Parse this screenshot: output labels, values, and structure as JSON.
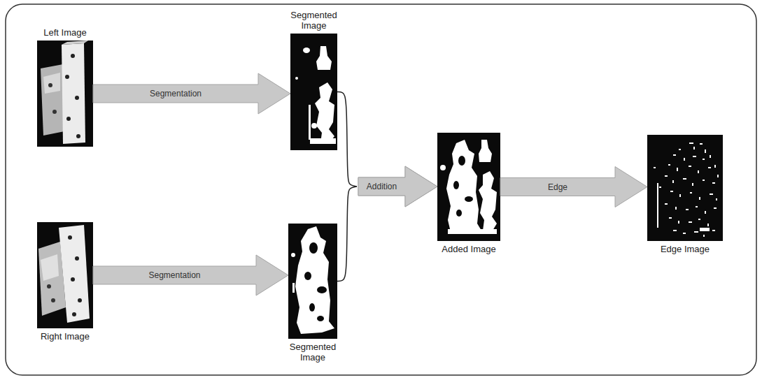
{
  "diagram": {
    "nodes": [
      {
        "text": [
          "Left Image"
        ]
      },
      {
        "text": [
          "Segmented Image"
        ]
      },
      {
        "text": [
          "Right Image"
        ]
      },
      {
        "text": [
          "Segmented Image"
        ]
      },
      {
        "text": [
          "Added Image"
        ]
      },
      {
        "text": [
          "Edge Image"
        ]
      }
    ],
    "edges": [
      {
        "from": 0,
        "to": 1,
        "arrow": "to",
        "label": "Segmentation"
      },
      {
        "from": 2,
        "to": 3,
        "arrow": "to",
        "label": "Segmentation"
      },
      {
        "from": 1,
        "to": 4,
        "arrow": "to",
        "label": "Addition"
      },
      {
        "from": 3,
        "to": 4,
        "arrow": "to"
      },
      {
        "from": 4,
        "to": 5,
        "arrow": "to",
        "label": "Edge"
      }
    ]
  }
}
